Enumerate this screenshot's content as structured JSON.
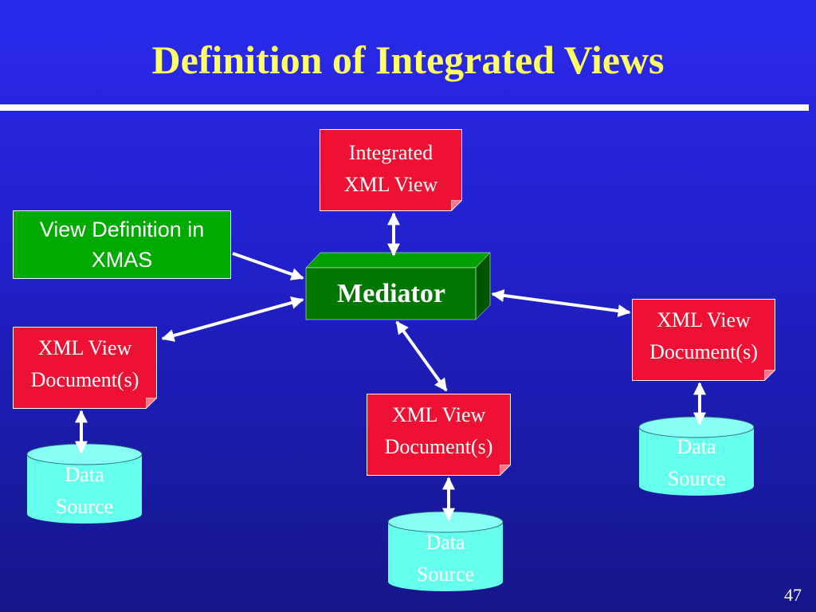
{
  "slide": {
    "title": "Definition of Integrated Views",
    "page_number": "47"
  },
  "colors": {
    "title": "#ffff66",
    "document_fill": "#ee1133",
    "view_definition_fill": "#00aa00",
    "mediator_fill": "#007700",
    "data_source_fill": "#66ffee",
    "arrows": "#ffffff"
  },
  "nodes": {
    "integrated_view": {
      "line1": "Integrated",
      "line2": "XML View"
    },
    "view_definition": {
      "line1": "View Definition in",
      "line2": "XMAS"
    },
    "mediator": {
      "label": "Mediator"
    },
    "doc_left": {
      "line1": "XML View",
      "line2": "Document(s)"
    },
    "doc_center": {
      "line1": "XML View",
      "line2": "Document(s)"
    },
    "doc_right": {
      "line1": "XML View",
      "line2": "Document(s)"
    },
    "source_left": {
      "line1": "Data",
      "line2": "Source"
    },
    "source_center": {
      "line1": "Data",
      "line2": "Source"
    },
    "source_right": {
      "line1": "Data",
      "line2": "Source"
    }
  }
}
